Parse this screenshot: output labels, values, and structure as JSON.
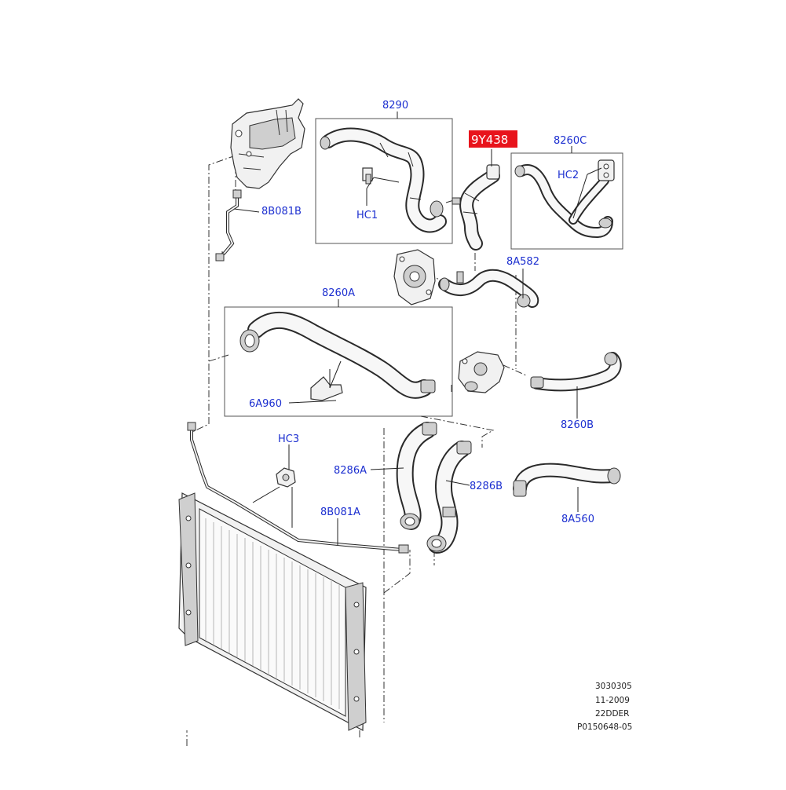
{
  "labels": {
    "p8290": "8290",
    "p9y438": "9Y438",
    "p8260c": "8260C",
    "hc2": "HC2",
    "hc1": "HC1",
    "p8b081b": "8B081B",
    "p8a582": "8A582",
    "p8260a": "8260A",
    "p6a960": "6A960",
    "p8260b": "8260B",
    "hc3": "HC3",
    "p8286a": "8286A",
    "p8286b": "8286B",
    "p8b081a": "8B081A",
    "p8a560": "8A560"
  },
  "footer": {
    "line1": "3030305",
    "line2": "11-2009",
    "line3": "22DDER",
    "line4": "P0150648-05"
  },
  "colors": {
    "label": "#1c2fd0",
    "highlight": "#e8141c",
    "line": "#2a2a2a"
  }
}
